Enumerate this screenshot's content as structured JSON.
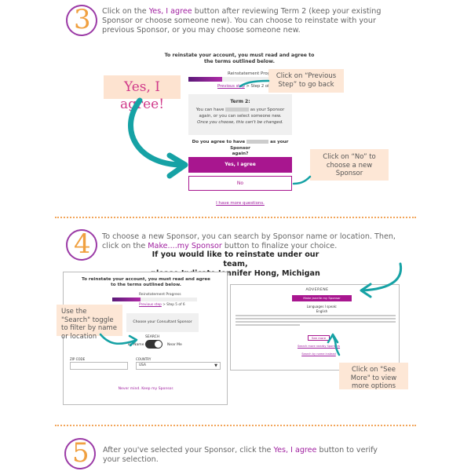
{
  "step3": {
    "number": "3",
    "text_before": "Click on the ",
    "highlight": "Yes, I agree",
    "text_after": " button after reviewing Term 2 (keep your existing Sponsor or choose someone new). You can choose to reinstate with your previous Sponsor, or you may choose someone new.",
    "yes_callout": "Yes, I agree!",
    "screen": {
      "heading": "To reinstate your account, you must read and agree to the terms outlined below.",
      "progress_label": "Reinstatement Progress",
      "prev_step_link": "Previous step",
      "step_of": " > Step 2 of 6",
      "term_title": "Term 2:",
      "term_line1": "You can have",
      "term_line1b": "as your Sponsor",
      "term_line2": "again, or you can select someone new.",
      "term_line3": "Once you choose, this can't be changed.",
      "question_a": "Do you agree to have",
      "question_b": "as your Sponsor",
      "question_c": "again?",
      "yes_button": "Yes, I agree",
      "no_button": "No",
      "more_link": "I have more questions."
    },
    "callout_prev": "Click on “Previous Step” to go back",
    "callout_no": "Click on “No” to choose a new Sponsor"
  },
  "step4": {
    "number": "4",
    "text_before": "To choose a new Sponsor, you can search by Sponsor name or location. Then, click on the ",
    "highlight": "Make....my Sponsor",
    "text_after": " button to finalize your choice.",
    "bold_line1": "If you would like to reinstate under our team,",
    "bold_line2": "please Indicate Jennifer Hong, Michigan",
    "left_screen": {
      "heading": "To reinstate your account, you must read and agree to the terms outlined below.",
      "progress_label": "Reinstatement Progress",
      "prev_step_link": "Previous step",
      "step_of": " > Step 5 of 6",
      "choose_label": "Choose your Consultant Sponsor",
      "search_label": "SEARCH",
      "by_name": "By Name",
      "near_me": "Near Me",
      "zip_label": "ZIP CODE",
      "country_label": "COUNTRY",
      "country_value": "USA",
      "never_mind": "Never mind. Keep my Sponsor."
    },
    "callout_search": "Use the \"Search\" toggle to filter by name or location",
    "right_screen": {
      "name_label": "ADVERENE",
      "make_button": "Make Janelle my Sponsor",
      "lang_label": "Languages I speak:",
      "lang_value": "English",
      "see_more": "See more",
      "link1": "Search more nearby Sponsors",
      "link2": "Search by name instead"
    },
    "callout_see_more": "Click on \"See More\" to view more options"
  },
  "step5": {
    "number": "5",
    "text_before": "After you've selected your Sponsor, click the ",
    "highlight": "Yes, I agree",
    "text_after": " button to verify your selection."
  }
}
